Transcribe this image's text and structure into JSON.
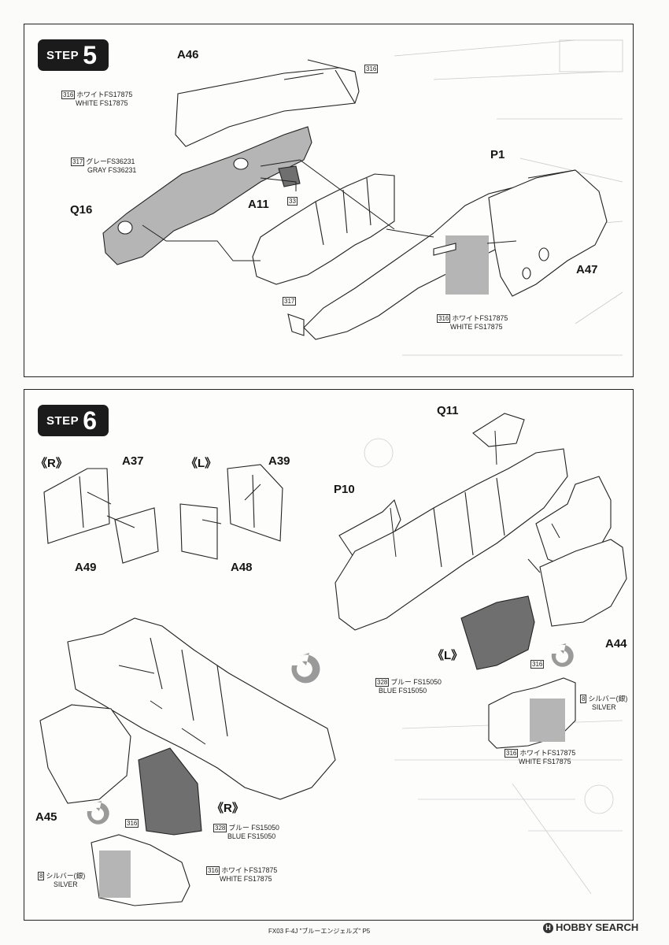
{
  "step5": {
    "badge_word": "STEP",
    "badge_number": "5",
    "parts": {
      "a46": "A46",
      "p1": "P1",
      "a11": "A11",
      "q16": "Q16",
      "a47": "A47"
    },
    "notes": {
      "white_top": {
        "code": "316",
        "jp": "ホワイトFS17875",
        "en": "WHITE FS17875"
      },
      "gray": {
        "code": "317",
        "jp": "グレーFS36231",
        "en": "GRAY FS36231"
      },
      "white_bottom": {
        "code": "316",
        "jp": "ホワイトFS17875",
        "en": "WHITE FS17875"
      }
    },
    "codes": {
      "c316_top": "316",
      "c33": "33",
      "c317": "317"
    }
  },
  "step6": {
    "badge_word": "STEP",
    "badge_number": "6",
    "parts": {
      "r": "《R》",
      "l": "《L》",
      "a37": "A37",
      "a39": "A39",
      "a49": "A49",
      "a48": "A48",
      "q11": "Q11",
      "p10": "P10",
      "a44": "A44",
      "a45": "A45",
      "l2": "《L》",
      "r2": "《R》"
    },
    "notes": {
      "blue_l": {
        "code": "328",
        "jp": "ブルー FS15050",
        "en": "BLUE FS15050"
      },
      "silver_r": {
        "code": "8",
        "jp": "シルバー(銀)",
        "en": "SILVER"
      },
      "white_r": {
        "code": "316",
        "jp": "ホワイトFS17875",
        "en": "WHITE FS17875"
      },
      "blue_r": {
        "code": "328",
        "jp": "ブルー FS15050",
        "en": "BLUE FS15050"
      },
      "silver_l": {
        "code": "8",
        "jp": "シルバー(銀)",
        "en": "SILVER"
      },
      "white_l": {
        "code": "316",
        "jp": "ホワイトFS17875",
        "en": "WHITE FS17875"
      }
    },
    "codes": {
      "c316_a": "316",
      "c316_b": "316"
    }
  },
  "footer": "FX03 F-4J \"ブルーエンジェルズ\" P5",
  "watermark": "HOBBY SEARCH",
  "colors": {
    "gray_fill": "#b5b5b5",
    "dark_fill": "#6f6f6f",
    "line": "#222222"
  }
}
